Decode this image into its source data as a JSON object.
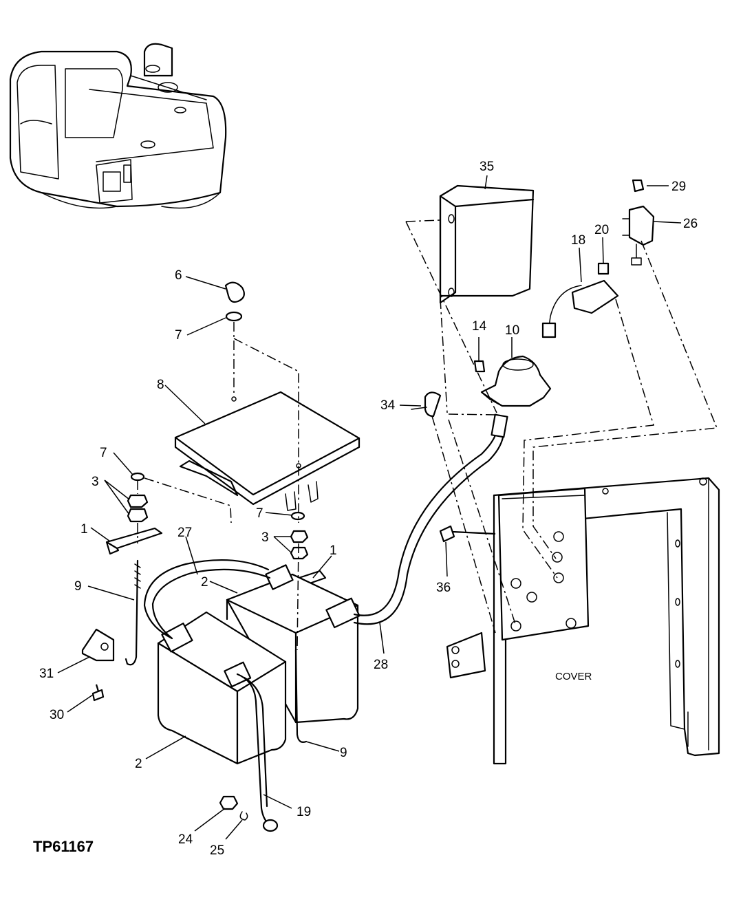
{
  "figure_id": "TP61167",
  "note_cover": "COVER",
  "callouts": {
    "c1a": "1",
    "c1b": "1",
    "c2a": "2",
    "c2b": "2",
    "c3a": "3",
    "c3b": "3",
    "c6": "6",
    "c7a": "7",
    "c7b": "7",
    "c7c": "7",
    "c8": "8",
    "c9a": "9",
    "c9b": "9",
    "c10": "10",
    "c14": "14",
    "c18": "18",
    "c19": "19",
    "c20": "20",
    "c24": "24",
    "c25": "25",
    "c26": "26",
    "c27": "27",
    "c28": "28",
    "c29": "29",
    "c30": "30",
    "c31": "31",
    "c34": "34",
    "c35": "35",
    "c36": "36"
  }
}
